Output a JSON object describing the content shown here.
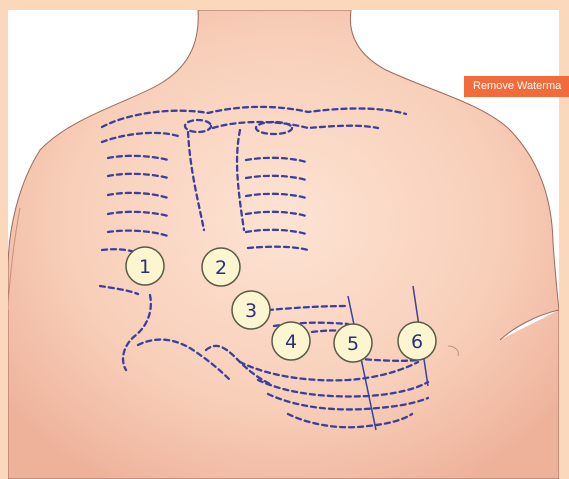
{
  "watermark_button": {
    "label": "Remove Waterma"
  },
  "leads": [
    {
      "label": "1"
    },
    {
      "label": "2"
    },
    {
      "label": "3"
    },
    {
      "label": "4"
    },
    {
      "label": "5"
    },
    {
      "label": "6"
    }
  ],
  "colors": {
    "page_background": "#fbd8bc",
    "skin_fill": "#f6c9b3",
    "skin_outline": "#9a6a5c",
    "rib_dots": "#3a3fa0",
    "electrode_fill": "#fbf6cf",
    "electrode_stroke": "#5a5a4a",
    "label_text": "#2b2f7e",
    "button_bg": "#f26b3a"
  }
}
